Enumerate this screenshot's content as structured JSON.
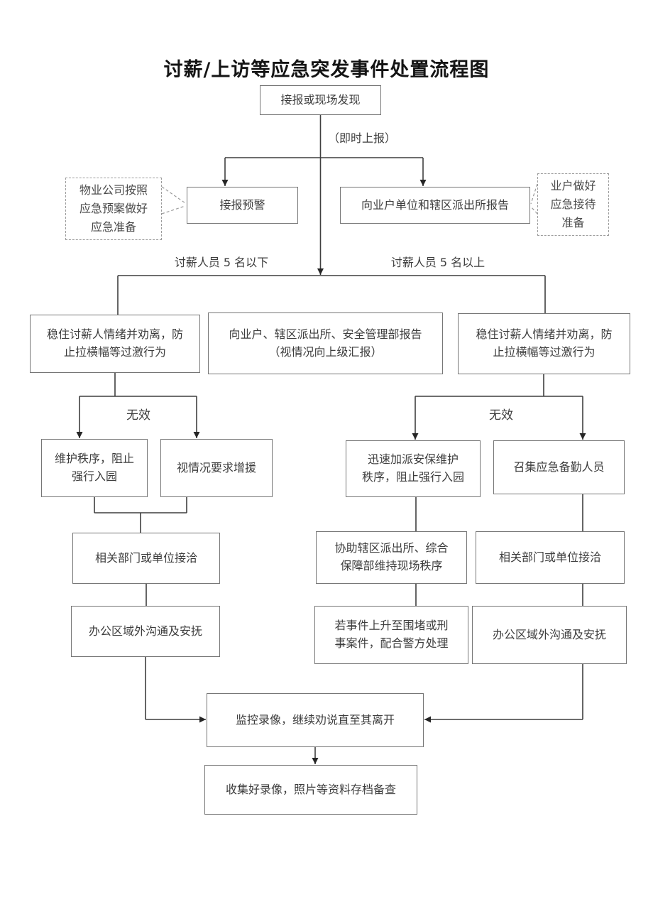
{
  "title": "讨薪/上访等应急突发事件处置流程图",
  "labels": {
    "immediate_report": "（即时上报）",
    "under_five": "讨薪人员 5 名以下",
    "over_five": "讨薪人员 5 名以上",
    "ineffective_left": "无效",
    "ineffective_right": "无效"
  },
  "callouts": {
    "property_company": "物业公司按照\n应急预案做好\n应急准备",
    "tenant": "业户做好\n应急接待\n准备"
  },
  "nodes": {
    "start": "接报或现场发现",
    "alert": "接报预警",
    "notify": "向业户单位和辖区派出所报告",
    "calm_left": "稳住讨薪人情绪并劝离，防\n止拉横幅等过激行为",
    "report_departments": "向业户、辖区派出所、安全管理部报告\n（视情况向上级汇报）",
    "calm_right": "稳住讨薪人情绪并劝离，防\n止拉横幅等过激行为",
    "maintain_order": "维护秩序，阻止\n强行入园",
    "request_backup": "视情况要求增援",
    "add_security": "迅速加派安保维护\n秩序，阻止强行入园",
    "assemble_staff": "召集应急备勤人员",
    "liaise_left": "相关部门或单位接洽",
    "assist_police": "协助辖区派出所、综合\n保障部维持现场秩序",
    "liaise_right": "相关部门或单位接洽",
    "communicate_left": "办公区域外沟通及安抚",
    "escalate_case": "若事件上升至围堵或刑\n事案件，配合警方处理",
    "communicate_right": "办公区域外沟通及安抚",
    "monitor": "监控录像，继续劝说直至其离开",
    "archive": "收集好录像，照片等资料存档备查"
  },
  "colors": {
    "box_border": "#767676",
    "dashed_border": "#9c9c9c",
    "connector": "#3f3f3f",
    "text": "#3d3d3d",
    "title_text": "#141414"
  }
}
